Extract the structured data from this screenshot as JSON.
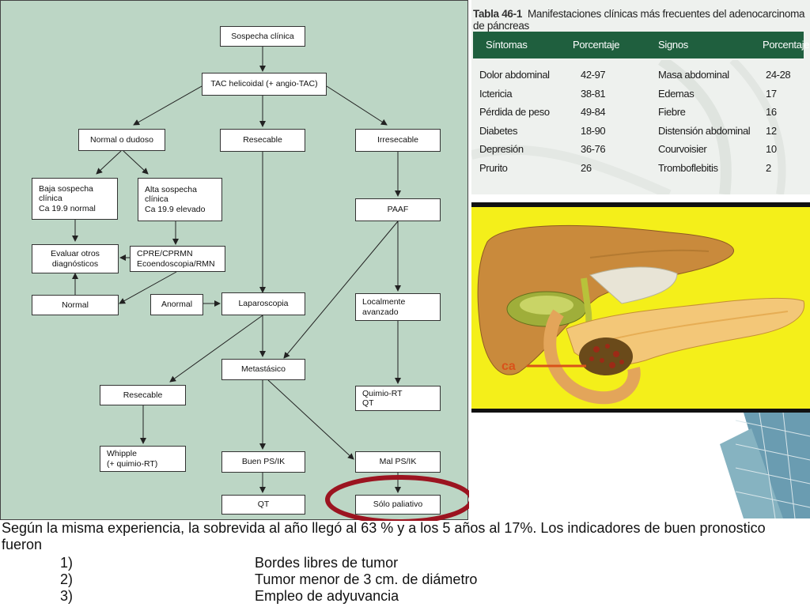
{
  "flowchart": {
    "nodes": {
      "sospecha": "Sospecha clínica",
      "tac": "TAC helicoidal (+ angio-TAC)",
      "normal_dudoso": "Normal o dudoso",
      "resecable_top": "Resecable",
      "irresecable": "Irresecable",
      "baja": "Baja sospecha\nclínica\nCa 19.9 normal",
      "alta": "Alta sospecha\nclínica\nCa 19.9 elevado",
      "paaf": "PAAF",
      "evaluar": "Evaluar otros\ndiagnósticos",
      "cpre": "CPRE/CPRMN\nEcoendoscopia/RMN",
      "normal": "Normal",
      "anormal": "Anormal",
      "laparoscopia": "Laparoscopia",
      "localmente": "Localmente\navanzado",
      "metastasico": "Metastásico",
      "resecable_bottom": "Resecable",
      "quimio": "Quimio-RT\nQT",
      "whipple": "Whipple\n(+ quimio-RT)",
      "buen": "Buen PS/IK",
      "mal": "Mal PS/IK",
      "qt": "QT",
      "paliativo": "Sólo paliativo"
    }
  },
  "table": {
    "label": "Tabla 46-1",
    "title": "Manifestaciones clínicas más frecuentes del adenocarcinoma de páncreas",
    "headers": [
      "Síntomas",
      "Porcentaje",
      "Signos",
      "Porcentaje"
    ],
    "rows": [
      [
        "Dolor abdominal",
        "42-97",
        "Masa abdominal",
        "24-28"
      ],
      [
        "Ictericia",
        "38-81",
        "Edemas",
        "17"
      ],
      [
        "Pérdida de peso",
        "49-84",
        "Fiebre",
        "16"
      ],
      [
        "Diabetes",
        "18-90",
        "Distensión abdominal",
        "12"
      ],
      [
        "Depresión",
        "36-76",
        "Courvoisier",
        "10"
      ],
      [
        "Prurito",
        "26",
        "Tromboflebitis",
        "2"
      ]
    ]
  },
  "anatomy": {
    "label": "ca"
  },
  "notes": {
    "paragraph": "Según la misma experiencia, la sobrevida al año llegó al 63 % y a los 5 años al 17%. Los indicadores de buen pronostico fueron",
    "items": [
      {
        "num": "1)",
        "text": "Bordes libres de tumor"
      },
      {
        "num": "2)",
        "text": "Tumor menor de 3 cm. de diámetro"
      },
      {
        "num": "3)",
        "text": "Empleo de adyuvancia"
      }
    ]
  },
  "colors": {
    "flow_bg": "#bcd6c5",
    "table_header": "#1f5f3e",
    "highlight_ring": "#9b1420",
    "anatomy_bg": "#f4ef1a"
  }
}
